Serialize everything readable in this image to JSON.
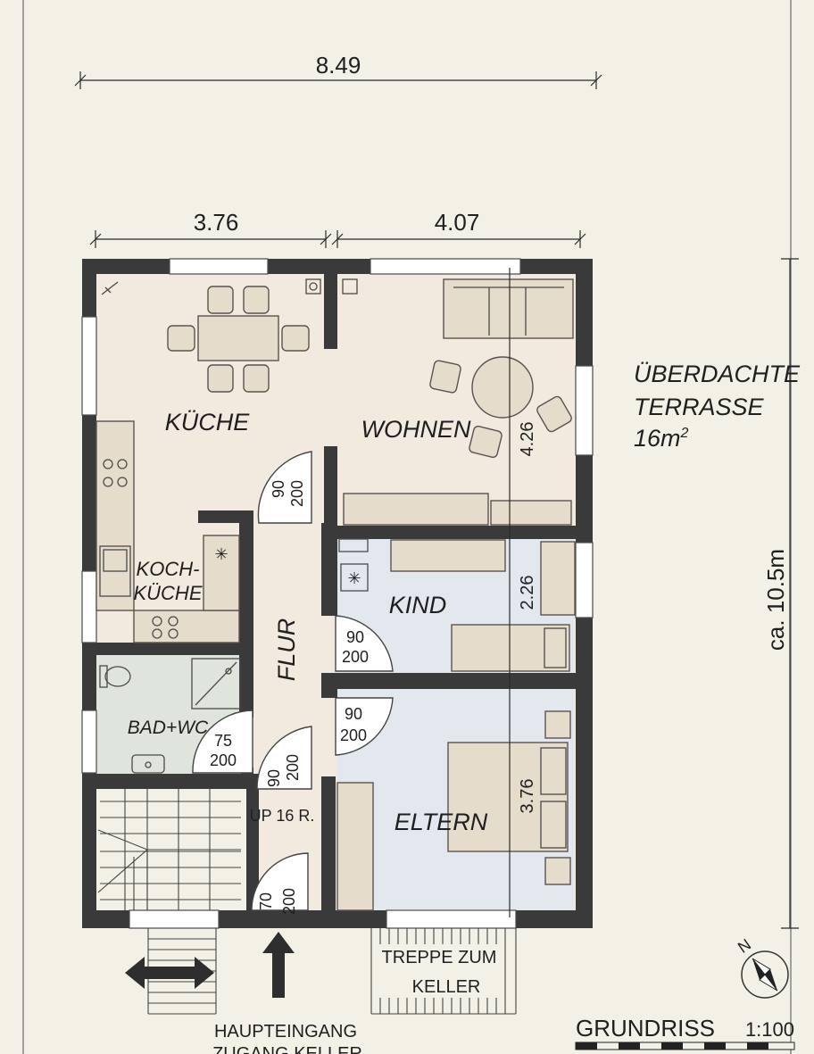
{
  "dimensions": {
    "total_width": "8.49",
    "left_width": "3.76",
    "right_width": "4.07",
    "total_depth": "ca. 10.5m",
    "wohnen_depth": "4.26",
    "kind_depth": "2.26",
    "eltern_depth": "3.76"
  },
  "rooms": {
    "kueche": "KÜCHE",
    "wohnen": "WOHNEN",
    "kochkueche_1": "KOCH-",
    "kochkueche_2": "KÜCHE",
    "flur": "FLUR",
    "kind": "KIND",
    "bad_wc": "BAD+WC",
    "eltern": "ELTERN"
  },
  "doors": {
    "kueche_w": "90",
    "kueche_h": "200",
    "kind_w": "90",
    "kind_h": "200",
    "eltern_w": "90",
    "eltern_h": "200",
    "bad_w": "75",
    "bad_h": "200",
    "stair_w": "90",
    "stair_h": "200",
    "entry_w": "70",
    "entry_h": "200"
  },
  "terrace": {
    "line1": "ÜBERDACHTE",
    "line2": "TERRASSE",
    "area_value": "16m",
    "area_sup": "2"
  },
  "stairs_label": "UP 16 R.",
  "keller_stairs": {
    "line1": "TREPPE ZUM",
    "line2": "KELLER"
  },
  "entrance": {
    "line1": "HAUPTEINGANG",
    "line2": "ZUGANG KELLER"
  },
  "title": "GRUNDRISS",
  "scale": "1:100",
  "north": "N",
  "colors": {
    "paper": "#f3f0e6",
    "wall": "#3a3a3a",
    "floor_main": "#f2e9df",
    "floor_bedroom": "#e3e7ee",
    "floor_bath": "#dfe4dc",
    "furniture": "#e6dccb"
  }
}
